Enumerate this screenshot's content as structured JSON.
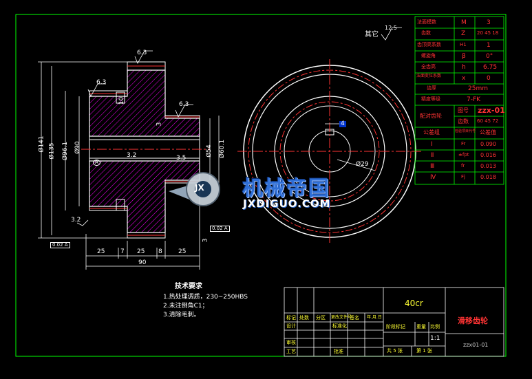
{
  "params": {
    "rows": [
      {
        "name": "法面模数",
        "sym": "M",
        "val": "3"
      },
      {
        "name": "齿数",
        "sym": "Z",
        "val": "20  45  18"
      },
      {
        "name": "齿顶高系数",
        "sym": "H1",
        "val": "1"
      },
      {
        "name": "螺旋角",
        "sym": "β",
        "val": "0°"
      },
      {
        "name": "全齿高",
        "sym": "h",
        "val": "6.75"
      },
      {
        "name": "法面变位系数",
        "sym": "x",
        "val": "0"
      },
      {
        "name": "齿厚",
        "sym": "",
        "val": "25mm"
      },
      {
        "name": "精度等级",
        "sym": "",
        "val": "7-FK"
      }
    ],
    "mating_label": "配对齿轮",
    "drawing_no_label": "图号",
    "drawing_no": "zzx-01",
    "teeth_label": "齿数",
    "teeth": "60  45  72",
    "tol_header": [
      "公差组",
      "检验项目代号",
      "公差值"
    ],
    "tol_rows": [
      {
        "group": "Ⅰ",
        "code": "Fr",
        "val": "0.090"
      },
      {
        "group": "Ⅱ",
        "code": "±fpt",
        "val": "0.016"
      },
      {
        "group": "Ⅲ",
        "code": "fr",
        "val": "0.013"
      },
      {
        "group": "Ⅳ",
        "code": "Fj",
        "val": "0.018"
      }
    ]
  },
  "surface": {
    "other_label": "其它",
    "roughness": "12.5"
  },
  "tech_req": {
    "title": "技术要求",
    "items": [
      "1.热处理调质，230~250HBS",
      "2.未注倒角C1；",
      "3.清除毛刺。"
    ]
  },
  "dims": {
    "d141": "Ø141",
    "d135": "Ø135",
    "d96": "Ø96.1",
    "d90": "Ø90",
    "d54": "Ø54",
    "d60": "Ø60.1",
    "r1": "6.3",
    "r2": "6.3",
    "r3": "6.3",
    "r4": "3.2",
    "r5": "3.5",
    "r6": "3.2",
    "len1": "25",
    "len2": "7",
    "len3": "25",
    "len4": "8",
    "len5": "25",
    "total": "90",
    "gap": "10",
    "step": "3",
    "hole": "Ø29",
    "key": "4",
    "tol_a": "0.02 A",
    "tol_b": "0.02 A",
    "datum": "A"
  },
  "title_block": {
    "material": "40cr",
    "part_name": "滑移齿轮",
    "scale": "1:1",
    "drawing_code": "zzx01-01",
    "revision_headers": [
      "标记",
      "处数",
      "分区",
      "更改文件号",
      "签名",
      "年.月.日"
    ],
    "labels": {
      "design": "设计",
      "standard": "标准化",
      "check": "审核",
      "process": "工艺",
      "approve": "批准",
      "stage": "阶段标记",
      "weight": "重量",
      "ratio": "比例",
      "sheets": "共 5 张",
      "sheet": "第 1 张"
    }
  },
  "watermark": {
    "title": "机械帝国",
    "url": "JXDIGUO.COM",
    "badge": "JX"
  },
  "colors": {
    "background": "#000000",
    "frame": "#00ff00",
    "part": "#ffffff",
    "hatch": "#ff00ff",
    "center": "#ff3333",
    "dim": "#ffffff"
  }
}
